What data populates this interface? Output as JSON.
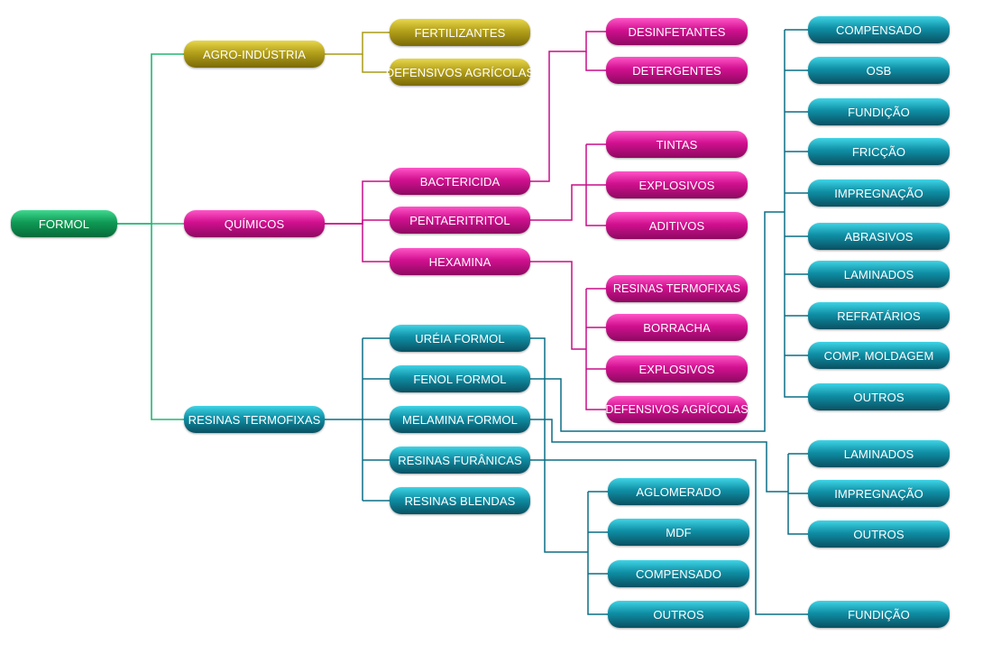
{
  "colors": {
    "green": "#22b573",
    "olive": "#a89b17",
    "magenta": "#c80f88",
    "teal": "#0c6f85"
  },
  "root": {
    "label": "FORMOL"
  },
  "branches": {
    "agro": {
      "label": "AGRO-INDÚSTRIA",
      "items": [
        "FERTILIZANTES",
        "DEFENSIVOS AGRÍCOLAS"
      ]
    },
    "quimicos": {
      "label": "QUÍMICOS",
      "bactericida": {
        "label": "BACTERICIDA",
        "children": [
          "DESINFETANTES",
          "DETERGENTES"
        ]
      },
      "pentaeritritol": {
        "label": "PENTAERITRITOL",
        "children": [
          "TINTAS",
          "EXPLOSIVOS",
          "ADITIVOS"
        ]
      },
      "hexamina": {
        "label": "HEXAMINA",
        "children": [
          "RESINAS TERMOFIXAS",
          "BORRACHA",
          "EXPLOSIVOS",
          "DEFENSIVOS AGRÍCOLAS"
        ]
      }
    },
    "resinas": {
      "label": "RESINAS TERMOFIXAS",
      "ureia": {
        "label": "URÉIA FORMOL",
        "children": [
          "AGLOMERADO",
          "MDF",
          "COMPENSADO",
          "OUTROS"
        ]
      },
      "fenol": {
        "label": "FENOL FORMOL",
        "children": [
          "COMPENSADO",
          "OSB",
          "FUNDIÇÃO",
          "FRICÇÃO",
          "IMPREGNAÇÃO",
          "ABRASIVOS",
          "LAMINADOS",
          "REFRATÁRIOS",
          "COMP. MOLDAGEM",
          "OUTROS"
        ]
      },
      "melamina": {
        "label": "MELAMINA FORMOL",
        "children": [
          "LAMINADOS",
          "IMPREGNAÇÃO",
          "OUTROS"
        ]
      },
      "furanicas": {
        "label": "RESINAS FURÂNICAS",
        "children": [
          "FUNDIÇÃO"
        ]
      },
      "blendas": {
        "label": "RESINAS BLENDAS"
      }
    }
  }
}
